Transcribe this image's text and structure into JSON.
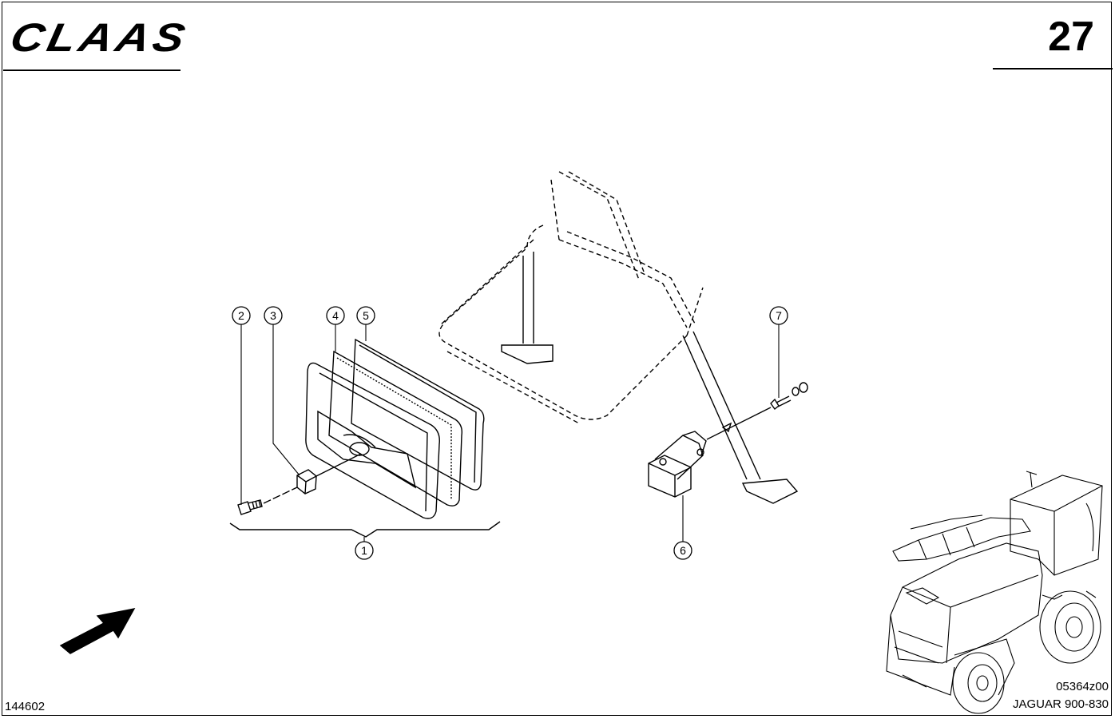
{
  "header": {
    "brand": "CLAAS",
    "page_number": "27"
  },
  "footer": {
    "drawing_code_left": "144602",
    "drawing_code_right": "05364z00",
    "model": "JAGUAR 900-830"
  },
  "callouts": [
    {
      "id": "callout-1",
      "label": "1"
    },
    {
      "id": "callout-2",
      "label": "2"
    },
    {
      "id": "callout-3",
      "label": "3"
    },
    {
      "id": "callout-4",
      "label": "4"
    },
    {
      "id": "callout-5",
      "label": "5"
    },
    {
      "id": "callout-6",
      "label": "6"
    },
    {
      "id": "callout-7",
      "label": "7"
    }
  ],
  "icons": {
    "direction": "direction-arrow-icon",
    "machine": "forage-harvester-icon"
  },
  "colors": {
    "line": "#000000",
    "background": "#ffffff"
  }
}
